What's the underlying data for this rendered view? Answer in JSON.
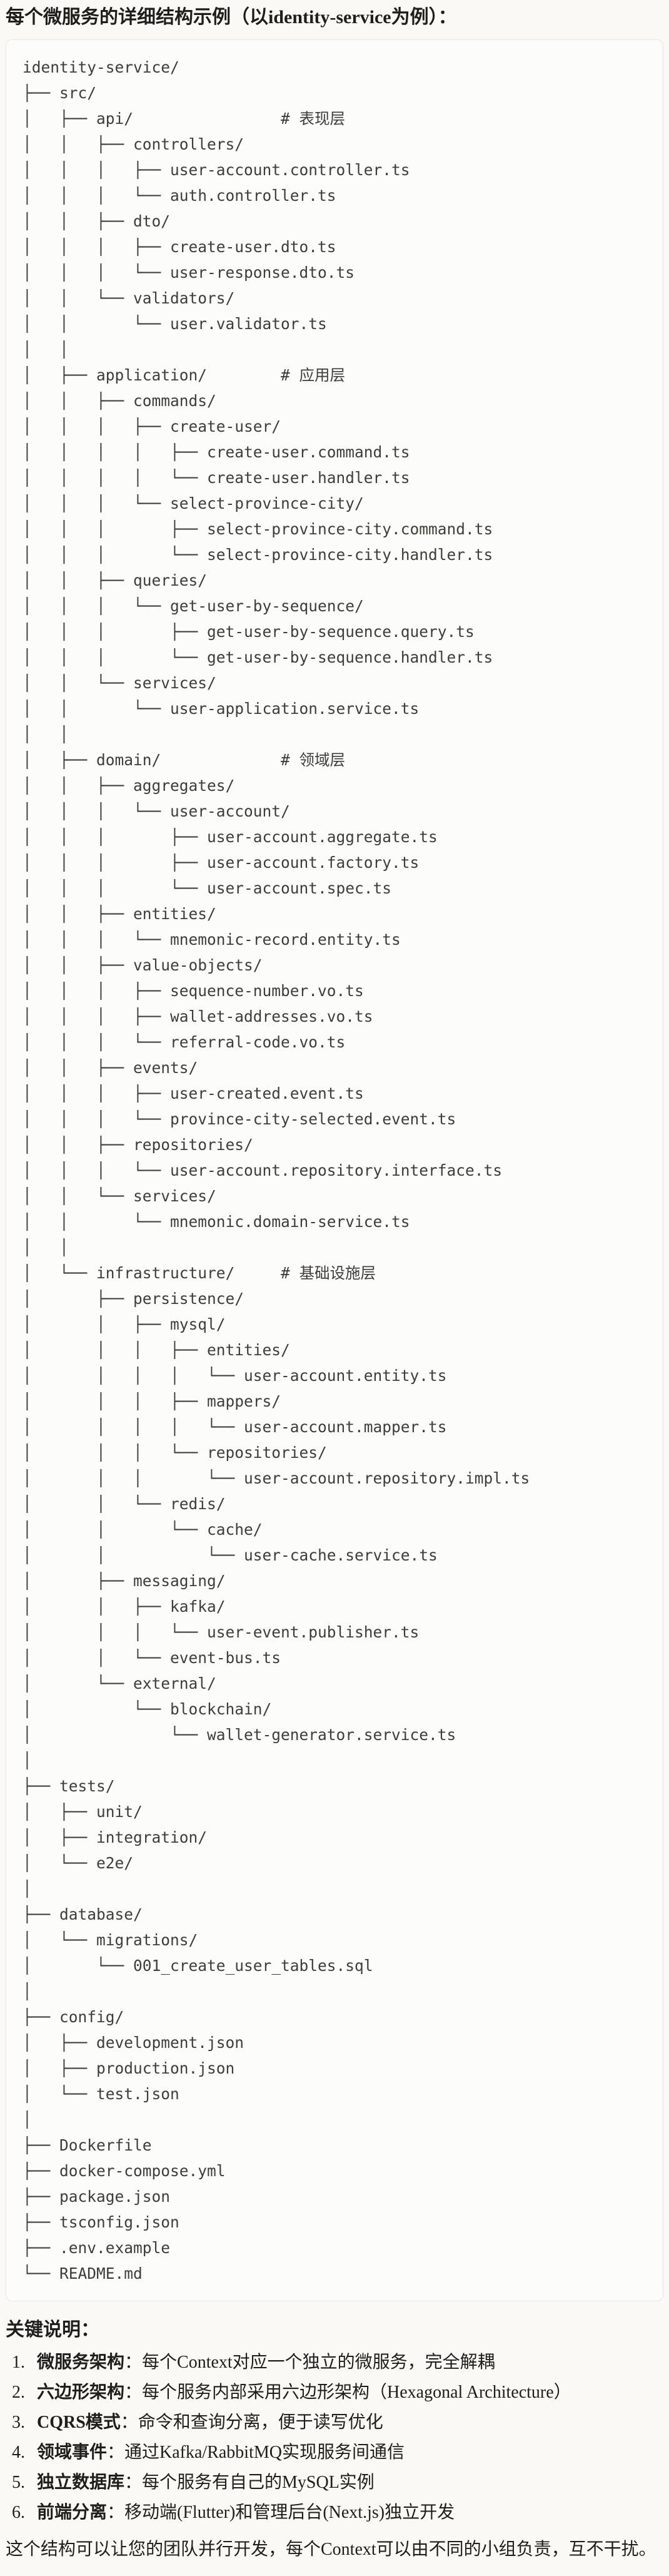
{
  "colors": {
    "page_bg": "#FAF9F5",
    "code_bg": "#FCFCFA",
    "code_border": "#E7E5DE",
    "body_text": "#1F1E1D",
    "code_text": "#3E3D39"
  },
  "page": {
    "title": "每个微服务的详细结构示例（以identity-service为例）："
  },
  "code_block": {
    "language": "plaintext",
    "lines": [
      "identity-service/",
      "├── src/",
      "│   ├── api/                # 表现层",
      "│   │   ├── controllers/",
      "│   │   │   ├── user-account.controller.ts",
      "│   │   │   └── auth.controller.ts",
      "│   │   ├── dto/",
      "│   │   │   ├── create-user.dto.ts",
      "│   │   │   └── user-response.dto.ts",
      "│   │   └── validators/",
      "│   │       └── user.validator.ts",
      "│   │",
      "│   ├── application/        # 应用层",
      "│   │   ├── commands/",
      "│   │   │   ├── create-user/",
      "│   │   │   │   ├── create-user.command.ts",
      "│   │   │   │   └── create-user.handler.ts",
      "│   │   │   └── select-province-city/",
      "│   │   │       ├── select-province-city.command.ts",
      "│   │   │       └── select-province-city.handler.ts",
      "│   │   ├── queries/",
      "│   │   │   └── get-user-by-sequence/",
      "│   │   │       ├── get-user-by-sequence.query.ts",
      "│   │   │       └── get-user-by-sequence.handler.ts",
      "│   │   └── services/",
      "│   │       └── user-application.service.ts",
      "│   │",
      "│   ├── domain/             # 领域层",
      "│   │   ├── aggregates/",
      "│   │   │   └── user-account/",
      "│   │   │       ├── user-account.aggregate.ts",
      "│   │   │       ├── user-account.factory.ts",
      "│   │   │       └── user-account.spec.ts",
      "│   │   ├── entities/",
      "│   │   │   └── mnemonic-record.entity.ts",
      "│   │   ├── value-objects/",
      "│   │   │   ├── sequence-number.vo.ts",
      "│   │   │   ├── wallet-addresses.vo.ts",
      "│   │   │   └── referral-code.vo.ts",
      "│   │   ├── events/",
      "│   │   │   ├── user-created.event.ts",
      "│   │   │   └── province-city-selected.event.ts",
      "│   │   ├── repositories/",
      "│   │   │   └── user-account.repository.interface.ts",
      "│   │   └── services/",
      "│   │       └── mnemonic.domain-service.ts",
      "│   │",
      "│   └── infrastructure/     # 基础设施层",
      "│       ├── persistence/",
      "│       │   ├── mysql/",
      "│       │   │   ├── entities/",
      "│       │   │   │   └── user-account.entity.ts",
      "│       │   │   ├── mappers/",
      "│       │   │   │   └── user-account.mapper.ts",
      "│       │   │   └── repositories/",
      "│       │   │       └── user-account.repository.impl.ts",
      "│       │   └── redis/",
      "│       │       └── cache/",
      "│       │           └── user-cache.service.ts",
      "│       ├── messaging/",
      "│       │   ├── kafka/",
      "│       │   │   └── user-event.publisher.ts",
      "│       │   └── event-bus.ts",
      "│       └── external/",
      "│           └── blockchain/",
      "│               └── wallet-generator.service.ts",
      "│",
      "├── tests/",
      "│   ├── unit/",
      "│   ├── integration/",
      "│   └── e2e/",
      "│",
      "├── database/",
      "│   └── migrations/",
      "│       └── 001_create_user_tables.sql",
      "│",
      "├── config/",
      "│   ├── development.json",
      "│   ├── production.json",
      "│   └── test.json",
      "│",
      "├── Dockerfile",
      "├── docker-compose.yml",
      "├── package.json",
      "├── tsconfig.json",
      "├── .env.example",
      "└── README.md"
    ]
  },
  "notes": {
    "heading": "关键说明：",
    "items": [
      {
        "num": "1.",
        "term": "微服务架构",
        "desc": "：每个Context对应一个独立的微服务，完全解耦"
      },
      {
        "num": "2.",
        "term": "六边形架构",
        "desc": "：每个服务内部采用六边形架构（Hexagonal Architecture）"
      },
      {
        "num": "3.",
        "term": "CQRS模式",
        "desc": "：命令和查询分离，便于读写优化"
      },
      {
        "num": "4.",
        "term": "领域事件",
        "desc": "：通过Kafka/RabbitMQ实现服务间通信"
      },
      {
        "num": "5.",
        "term": "独立数据库",
        "desc": "：每个服务有自己的MySQL实例"
      },
      {
        "num": "6.",
        "term": "前端分离",
        "desc": "：移动端(Flutter)和管理后台(Next.js)独立开发"
      }
    ]
  },
  "closing": "这个结构可以让您的团队并行开发，每个Context可以由不同的小组负责，互不干扰。"
}
